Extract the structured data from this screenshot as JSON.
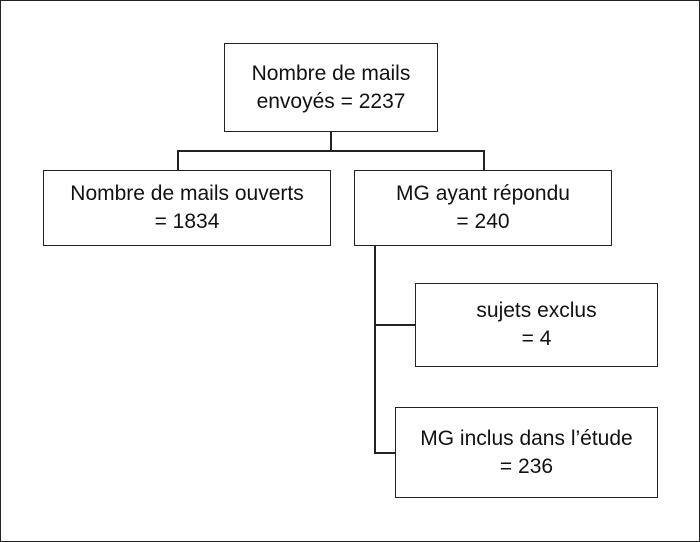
{
  "flowchart": {
    "root": {
      "line1": "Nombre de mails",
      "line2": "envoyés = 2237"
    },
    "opened": {
      "line1": "Nombre de mails ouverts",
      "line2": "= 1834"
    },
    "responded": {
      "line1": "MG ayant répondu",
      "line2": "= 240"
    },
    "excluded": {
      "line1": "sujets exclus",
      "line2": "= 4"
    },
    "included": {
      "line1": "MG inclus dans l’étude",
      "line2": "= 236"
    }
  }
}
